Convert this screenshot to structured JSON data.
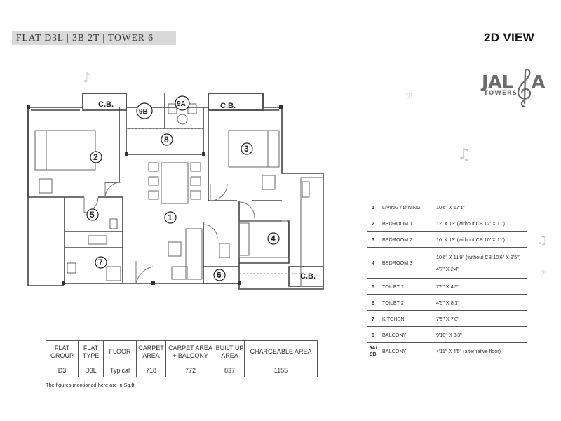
{
  "header": {
    "flat_title": "FLAT D3L  |  3B 2T  |  TOWER 6",
    "view_title": "2D VIEW"
  },
  "logo": {
    "main_left": "JAL",
    "main_right": "A",
    "sub": "TOWERS"
  },
  "plan": {
    "labels": {
      "cb": "C.B."
    },
    "room_numbers": [
      "1",
      "2",
      "3",
      "4",
      "5",
      "6",
      "7",
      "8",
      "9A",
      "9B"
    ]
  },
  "room_table": {
    "rows": [
      {
        "no": "1",
        "name": "LIVING / DINING",
        "size": "10'6\" X 17'1\""
      },
      {
        "no": "2",
        "name": "BEDROOM 1",
        "size": "12' X 13' (without CB 12' X 11')"
      },
      {
        "no": "3",
        "name": "BEDROOM 2",
        "size": "10' X 13' (without CB 10' X 11')"
      },
      {
        "no": "4",
        "name": "BEDROOM 3",
        "size": "10'6\" X 11'9\" (without CB 10'6\" X 9'5\")",
        "size2": "4'7\" X 2'4\""
      },
      {
        "no": "5",
        "name": "TOILET 1",
        "size": "7'5\" X 4'5\""
      },
      {
        "no": "6",
        "name": "TOILET 2",
        "size": "4'5\" X 8'1\""
      },
      {
        "no": "7",
        "name": "KITCHEN",
        "size": "7'5\" X 7'0\""
      },
      {
        "no": "8",
        "name": "BALCONY",
        "size": "9'10\" X 3'3\""
      },
      {
        "no": "9A/ 9B",
        "name": "BALCONY",
        "size": "4'11\" X 4'5\" (alternative floor)"
      }
    ]
  },
  "area_table": {
    "headers": [
      "FLAT GROUP",
      "FLAT TYPE",
      "FLOOR",
      "CARPET AREA",
      "CARPET AREA + BALCONY",
      "BUILT UP AREA",
      "CHARGEABLE AREA"
    ],
    "row": [
      "D3",
      "D3L",
      "Typical",
      "718",
      "772",
      "837",
      "1155"
    ]
  },
  "footnote": "The figures mentioned here are in Sq.ft.",
  "decor_icons": [
    "music-note-icon",
    "bass-clef-icon",
    "treble-clef-icon"
  ]
}
